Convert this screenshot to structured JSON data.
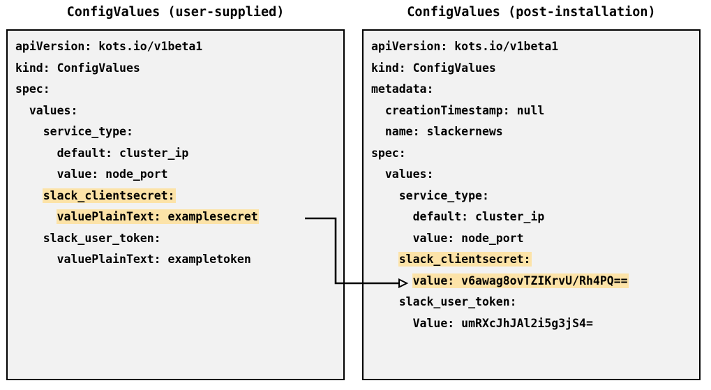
{
  "diagram": {
    "title_left": "ConfigValues (user-supplied)",
    "title_right": "ConfigValues (post-installation)",
    "highlight_color": "#fce3a8",
    "box_background": "#f2f2f2",
    "box_border_color": "#000000",
    "connector": {
      "label": "encrypted-value-mapping-arrow",
      "from": "valuePlainText: examplesecret",
      "to": "value: v6awag8ovTZIKrvU/Rh4PQ=="
    }
  },
  "left_panel": {
    "lines": [
      {
        "text": "apiVersion: kots.io/v1beta1",
        "highlight": false
      },
      {
        "text": "kind: ConfigValues",
        "highlight": false
      },
      {
        "text": "spec:",
        "highlight": false
      },
      {
        "text": "  values:",
        "highlight": false
      },
      {
        "text": "    service_type:",
        "highlight": false
      },
      {
        "text": "      default: cluster_ip",
        "highlight": false
      },
      {
        "text": "      value: node_port",
        "highlight": false
      },
      {
        "text": "    slack_clientsecret:",
        "highlight": true,
        "indent": 4
      },
      {
        "text": "      valuePlainText: examplesecret",
        "highlight": true,
        "indent": 6
      },
      {
        "text": "    slack_user_token:",
        "highlight": false
      },
      {
        "text": "      valuePlainText: exampletoken",
        "highlight": false
      }
    ]
  },
  "right_panel": {
    "lines": [
      {
        "text": "apiVersion: kots.io/v1beta1",
        "highlight": false
      },
      {
        "text": "kind: ConfigValues",
        "highlight": false
      },
      {
        "text": "metadata:",
        "highlight": false
      },
      {
        "text": "  creationTimestamp: null",
        "highlight": false
      },
      {
        "text": "  name: slackernews",
        "highlight": false
      },
      {
        "text": "spec:",
        "highlight": false
      },
      {
        "text": "  values:",
        "highlight": false
      },
      {
        "text": "    service_type:",
        "highlight": false
      },
      {
        "text": "      default: cluster_ip",
        "highlight": false
      },
      {
        "text": "      value: node_port",
        "highlight": false
      },
      {
        "text": "    slack_clientsecret:",
        "highlight": true,
        "indent": 4
      },
      {
        "text": "      value: v6awag8ovTZIKrvU/Rh4PQ==",
        "highlight": true,
        "indent": 6
      },
      {
        "text": "    slack_user_token:",
        "highlight": false
      },
      {
        "text": "      Value: umRXcJhJAl2i5g3jS4=",
        "highlight": false
      }
    ]
  }
}
